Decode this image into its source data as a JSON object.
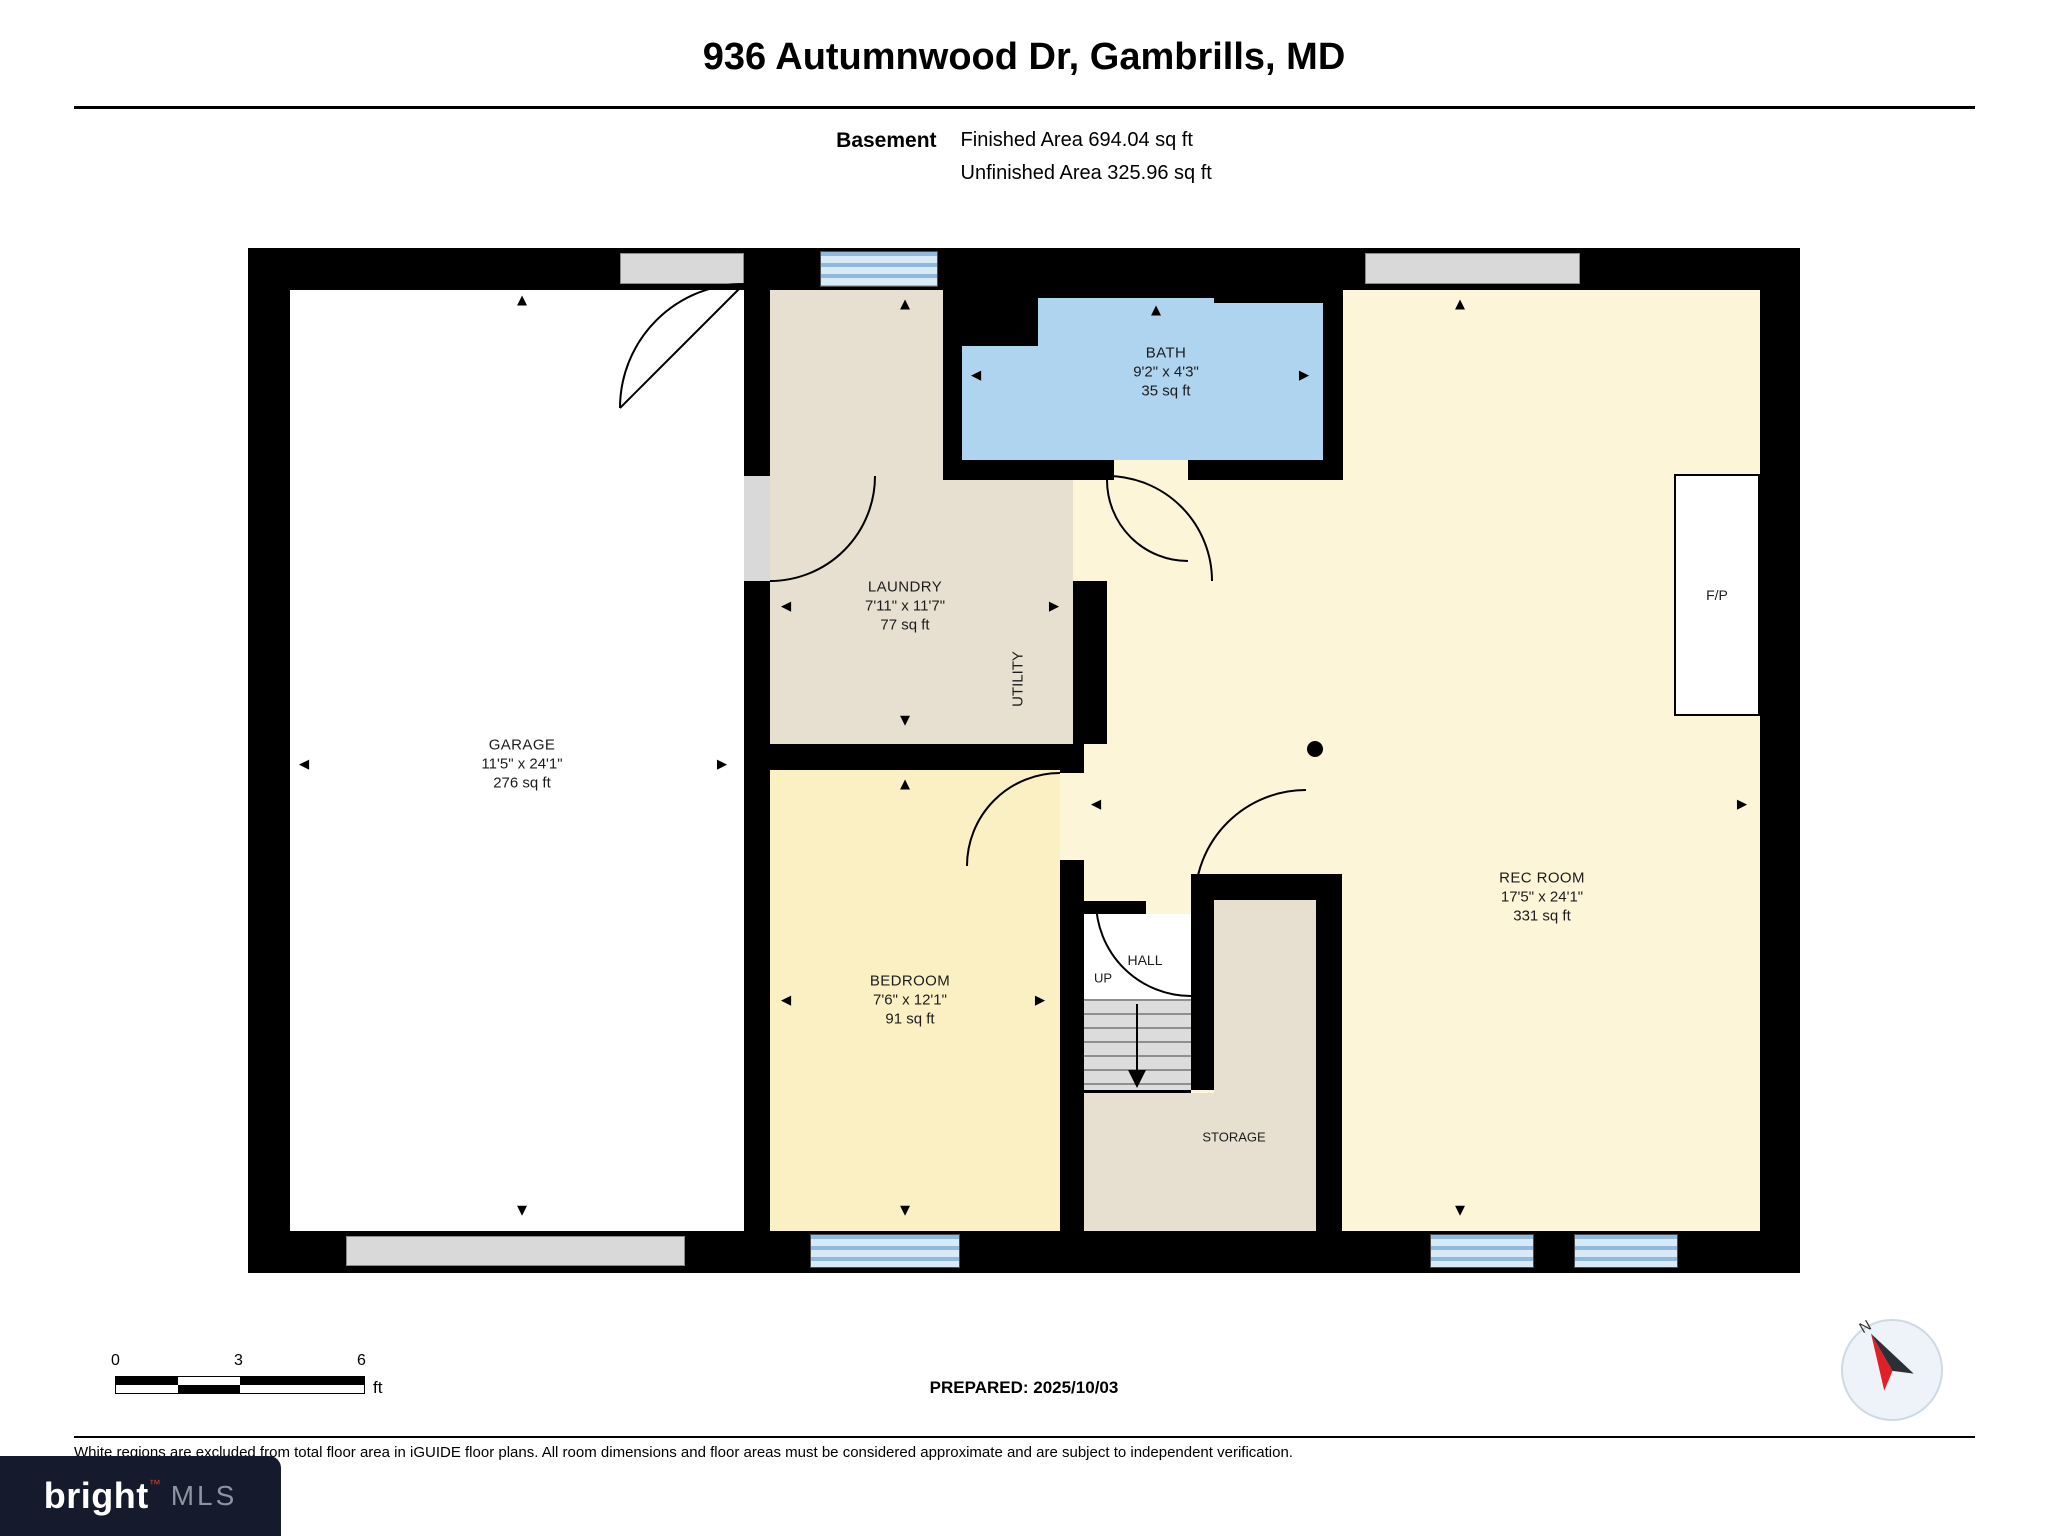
{
  "header": {
    "title": "936 Autumnwood Dr, Gambrills, MD",
    "level_label": "Basement",
    "finished_area": "Finished Area 694.04 sq ft",
    "unfinished_area": "Unfinished Area 325.96 sq ft"
  },
  "rooms": {
    "garage": {
      "name": "GARAGE",
      "dims": "11'5\" x 24'1\"",
      "area": "276 sq ft"
    },
    "laundry": {
      "name": "LAUNDRY",
      "dims": "7'11\" x 11'7\"",
      "area": "77 sq ft"
    },
    "bath": {
      "name": "BATH",
      "dims": "9'2\" x 4'3\"",
      "area": "35 sq ft"
    },
    "bedroom": {
      "name": "BEDROOM",
      "dims": "7'6\" x 12'1\"",
      "area": "91 sq ft"
    },
    "rec": {
      "name": "REC ROOM",
      "dims": "17'5\" x 24'1\"",
      "area": "331 sq ft"
    },
    "utility": {
      "name": "UTILITY"
    },
    "hall": {
      "name": "HALL"
    },
    "up": {
      "name": "UP"
    },
    "storage": {
      "name": "STORAGE"
    },
    "fireplace": {
      "name": "F/P"
    }
  },
  "icons": {
    "up": "▲",
    "down": "▼",
    "left": "◄",
    "right": "►"
  },
  "footer": {
    "scale": {
      "t0": "0",
      "t3": "3",
      "t6": "6",
      "unit": "ft"
    },
    "prepared": "PREPARED: 2025/10/03",
    "compass_label": "N",
    "disclaimer": "White regions are excluded from total floor area in iGUIDE floor plans. All room dimensions and floor areas must be considered approximate and are subject to independent verification.",
    "brand": {
      "name": "bright",
      "tm": "™",
      "mls": "MLS"
    }
  },
  "colors": {
    "wall": "#000000",
    "garage_fill": "#ffffff",
    "laundry_fill": "#e7e0d0",
    "storage_fill": "#e7e0d0",
    "bedroom_fill": "#fbf0c4",
    "rec_fill": "#fcf5d8",
    "bath_fill": "#aed4ef",
    "window_blue": "#8fb9dd",
    "door_grey": "#d9d9d9",
    "brand_bg": "#151a2d",
    "brand_red": "#d23a2e"
  }
}
